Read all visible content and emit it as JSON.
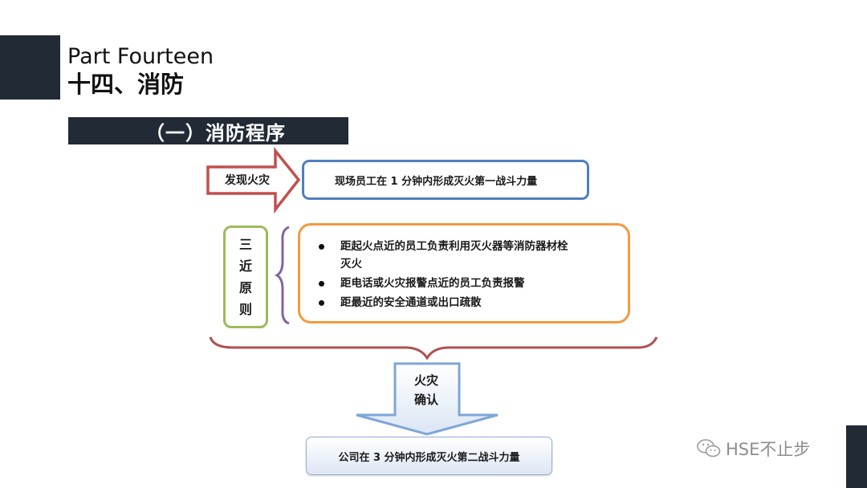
{
  "header": {
    "title_en": "Part Fourteen",
    "title_cn": "十四、消防"
  },
  "section": {
    "title": "（一）消防程序"
  },
  "flow": {
    "discover_label": "发现火灾",
    "first_force": "现场员工在 1 分钟内形成灭火第一战斗力量",
    "principle_chars": [
      "三",
      "近",
      "原",
      "则"
    ],
    "rules": {
      "rule1_line1": "距起火点近的员工负责利用灭火器等消防器材栓",
      "rule1_line2": "灭火",
      "rule2": "距电话或火灾报警点近的员工负责报警",
      "rule3": "距最近的安全通道或出口疏散"
    },
    "confirm_line1": "火灾",
    "confirm_line2": "确认",
    "second_force": "公司在 3 分钟内形成灭火第二战斗力量"
  },
  "watermark": {
    "text": "HSE不止步",
    "icon": "wechat-icon"
  },
  "colors": {
    "dark": "#222a35",
    "red_arrow": "#c0504d",
    "blue": "#4f7fc0",
    "green": "#9bbb59",
    "orange": "#f39a3f",
    "purple": "#8064a2",
    "brace_red": "#b05050",
    "light_blue_arrow": "#7ea6d8"
  }
}
